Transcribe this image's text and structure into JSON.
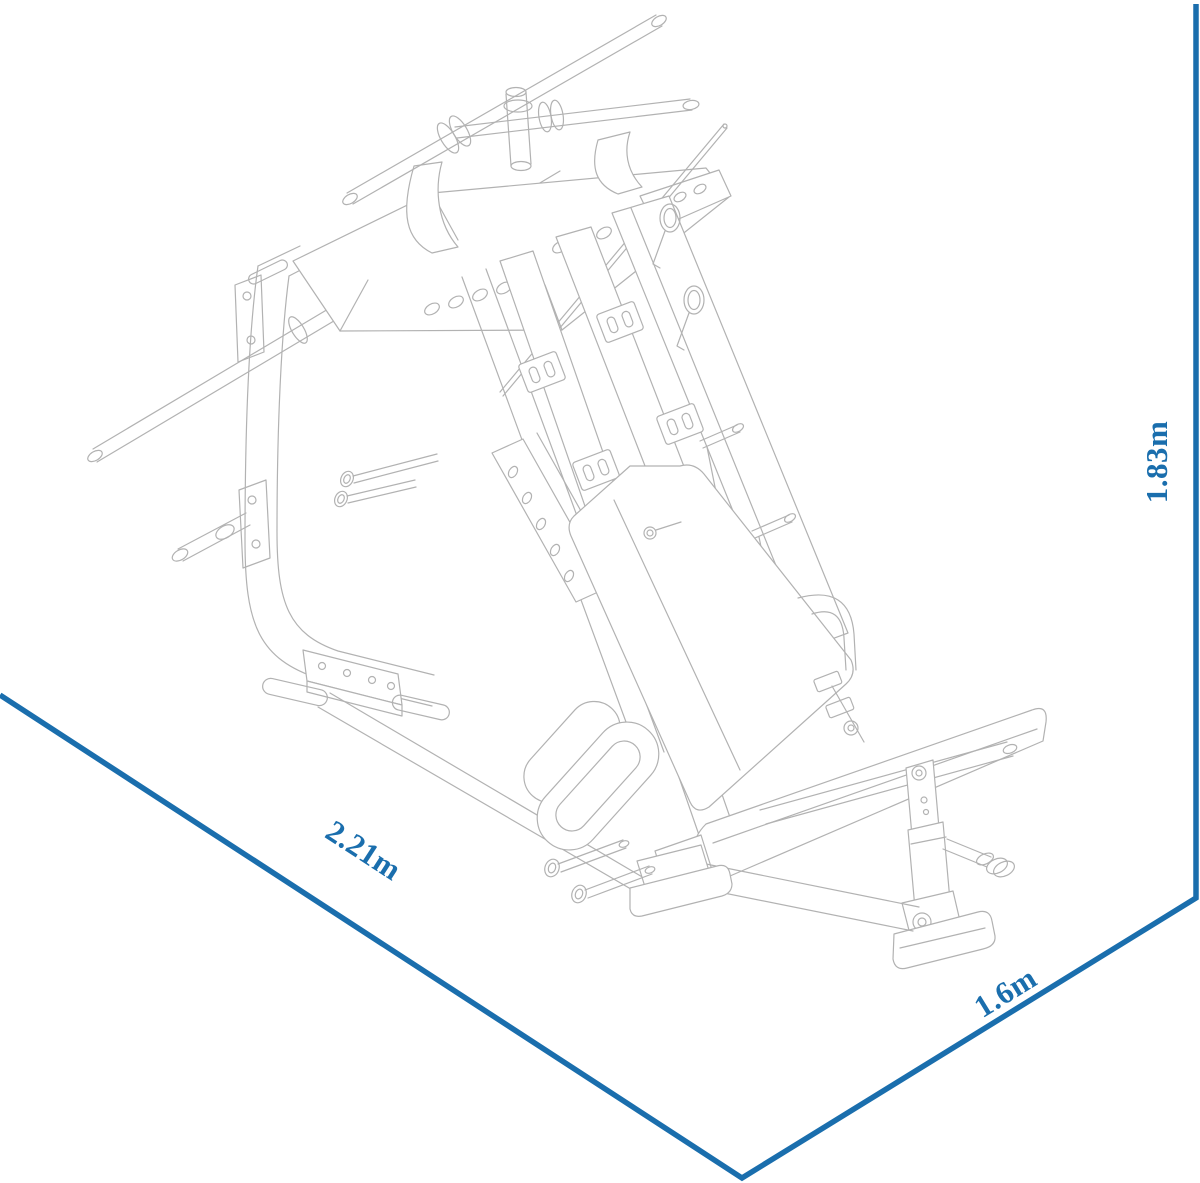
{
  "figure": {
    "subject": "leg-press-hack-squat-machine",
    "view": "isometric-technical-line-drawing"
  },
  "dimensions": {
    "depth": {
      "label": "2.21m",
      "value": 2.21,
      "unit": "m"
    },
    "width": {
      "label": "1.6m",
      "value": 1.6,
      "unit": "m"
    },
    "height": {
      "label": "1.83m",
      "value": 1.83,
      "unit": "m"
    }
  },
  "style": {
    "dimension_color": "#1a6ead",
    "drawing_line_color": "#b2b2b2",
    "background_color": "#ffffff"
  }
}
